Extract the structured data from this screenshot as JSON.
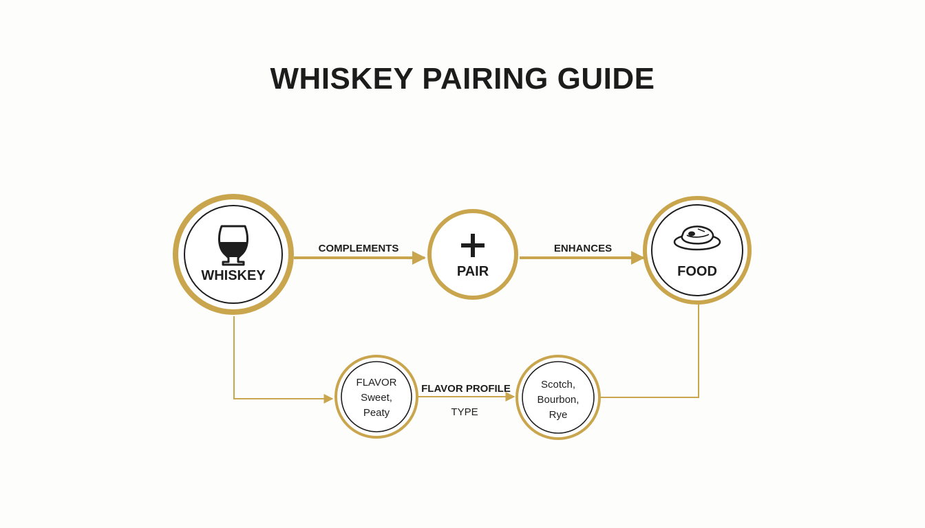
{
  "title": "WHISKEY PAIRING GUIDE",
  "colors": {
    "gold": "#c9a54e",
    "ink": "#1e1e1e",
    "background": "#fdfdfb"
  },
  "nodes": {
    "whiskey": {
      "label": "WHISKEY",
      "icon": "whiskey-glass-icon"
    },
    "pair": {
      "label": "PAIR",
      "icon": "plus-icon"
    },
    "food": {
      "label": "FOOD",
      "icon": "steak-plate-icon"
    },
    "flavor": {
      "lines": [
        "FLAVOR",
        "Sweet,",
        "Peaty"
      ]
    },
    "type": {
      "lines": [
        "Scotch,",
        "Bourbon,",
        "Rye"
      ]
    }
  },
  "edges": {
    "complements": "COMPLEMENTS",
    "enhances": "ENHANCES",
    "flavor_profile": "FLAVOR PROFILE",
    "type": "TYPE"
  }
}
